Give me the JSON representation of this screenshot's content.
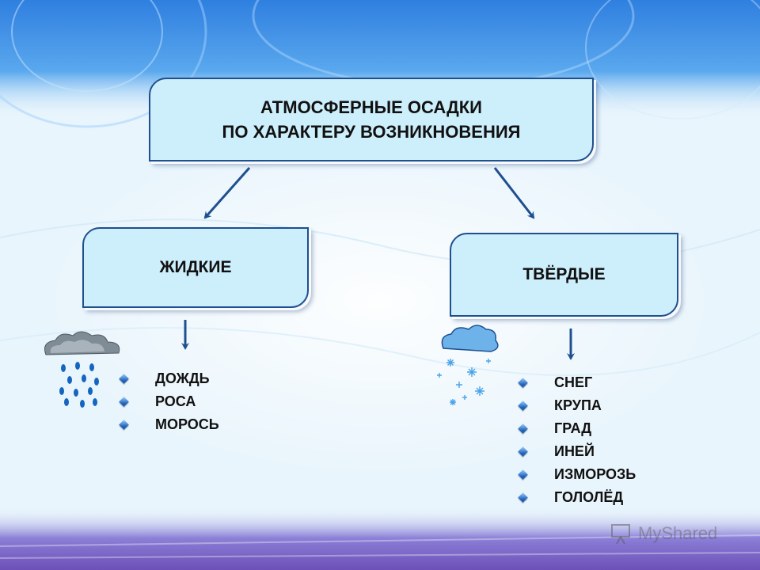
{
  "diagram": {
    "title_lines": [
      "АТМОСФЕРНЫЕ  ОСАДКИ",
      "ПО ХАРАКТЕРУ  ВОЗНИКНОВЕНИЯ"
    ],
    "liquid": {
      "label": "ЖИДКИЕ",
      "items": [
        "ДОЖДЬ",
        "РОСА",
        "МОРОСЬ"
      ]
    },
    "solid": {
      "label": "ТВЁРДЫЕ",
      "items": [
        "СНЕГ",
        "КРУПА",
        "ГРАД",
        "ИНЕЙ",
        "ИЗМОРОЗЬ",
        "ГОЛОЛЁД"
      ]
    }
  },
  "icons": {
    "rain": "rain-cloud-icon",
    "snow": "snow-cloud-icon",
    "watermark": "presentation-board-icon"
  },
  "watermark": {
    "text": "MyShared"
  },
  "colors": {
    "box_fill": "#cdeefb",
    "box_border": "#1e4f8f",
    "arrow": "#1e4f8f",
    "bullet": "#1b5fb8"
  }
}
